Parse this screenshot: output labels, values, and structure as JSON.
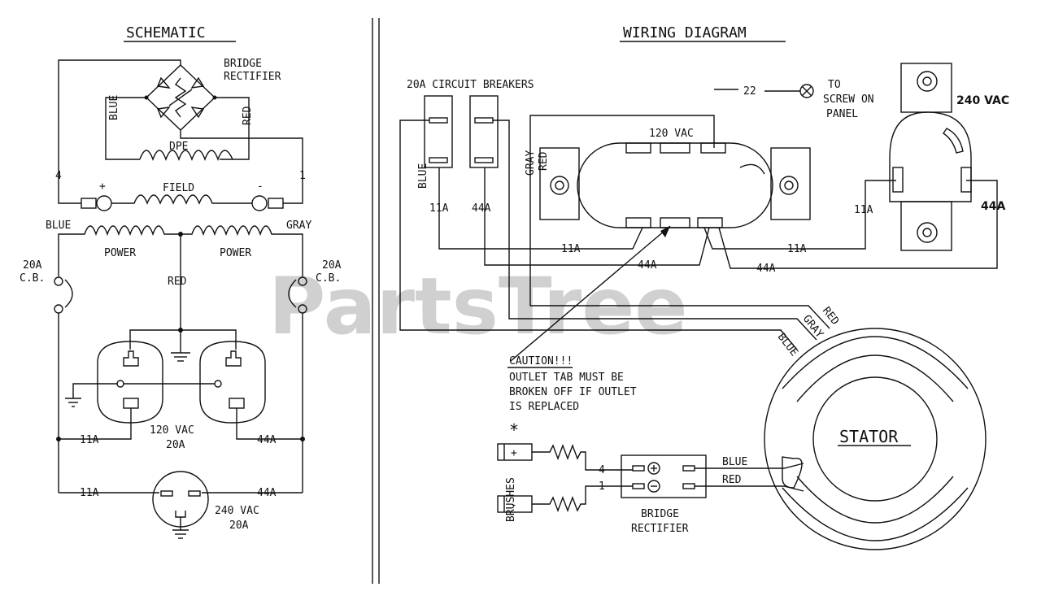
{
  "watermark": "PartsTree",
  "schematic": {
    "title": "SCHEMATIC",
    "bridge_label_1": "BRIDGE",
    "bridge_label_2": "RECTIFIER",
    "blue": "BLUE",
    "red": "RED",
    "dpe": "DPE",
    "term_4": "4",
    "term_1": "1",
    "plus": "+",
    "minus": "-",
    "field": "FIELD",
    "blue_left": "BLUE",
    "gray_right": "GRAY",
    "power_left": "POWER",
    "power_right": "POWER",
    "cb_left_1": "20A",
    "cb_left_2": "C.B.",
    "cb_right_1": "20A",
    "cb_right_2": "C.B.",
    "red_mid": "RED",
    "w11a": "11A",
    "w44a": "44A",
    "outlet_120_v": "120 VAC",
    "outlet_120_a": "20A",
    "w11a_b": "11A",
    "w44a_b": "44A",
    "outlet_240_v": "240 VAC",
    "outlet_240_a": "20A"
  },
  "wiring": {
    "title": "WIRING DIAGRAM",
    "breakers": "20A CIRCUIT BREAKERS",
    "blue": "BLUE",
    "gray": "GRAY",
    "red": "RED",
    "w11a": "11A",
    "w44a": "44A",
    "n22": "22",
    "to_screw_1": "TO",
    "to_screw_2": "SCREW ON",
    "to_screw_3": "PANEL",
    "v120": "120 VAC",
    "v240": "240 VAC",
    "w11a_mid": "11A",
    "w11a_right": "11A",
    "w11a_far": "11A",
    "w44a_mid": "44A",
    "w44a_right": "44A",
    "w44a_far": "44A",
    "stator_red": "RED",
    "stator_gray": "GRAY",
    "stator_blue": "BLUE",
    "caution_1": "CAUTION!!!",
    "caution_2": "OUTLET TAB MUST BE",
    "caution_3": "BROKEN OFF IF OUTLET",
    "caution_4": "IS REPLACED",
    "stator": "STATOR",
    "asterisk": "*",
    "brushes": "BRUSHES",
    "brush_plus": "+",
    "brush_minus": "-",
    "n4": "4",
    "n1": "1",
    "rect_blue": "BLUE",
    "rect_red": "RED",
    "rect_1": "BRIDGE",
    "rect_2": "RECTIFIER"
  }
}
